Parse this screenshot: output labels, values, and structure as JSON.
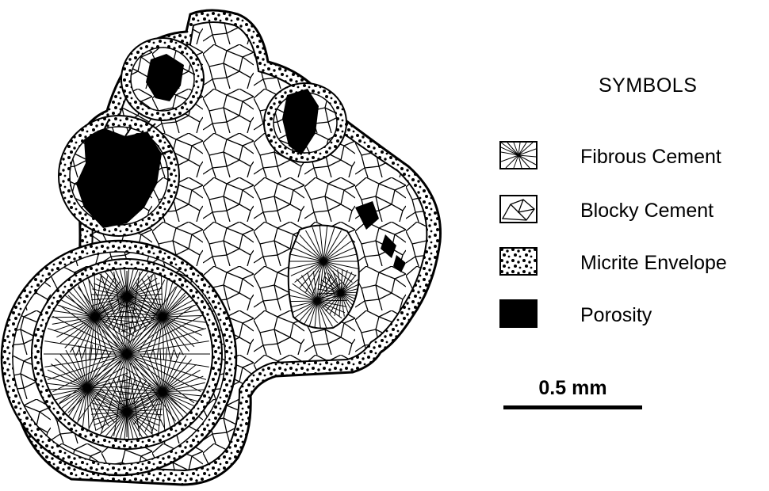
{
  "legend": {
    "title": "SYMBOLS",
    "items": [
      {
        "key": "fibrous",
        "label": "Fibrous Cement",
        "icon": "fibrous-cement-swatch-icon"
      },
      {
        "key": "blocky",
        "label": "Blocky Cement",
        "icon": "blocky-cement-swatch-icon"
      },
      {
        "key": "micrite",
        "label": "Micrite Envelope",
        "icon": "micrite-envelope-swatch-icon"
      },
      {
        "key": "porosity",
        "label": "Porosity",
        "icon": "porosity-swatch-icon"
      }
    ]
  },
  "scale_bar": {
    "label": "0.5 mm"
  },
  "colors": {
    "ink": "#000000",
    "paper": "#ffffff"
  }
}
